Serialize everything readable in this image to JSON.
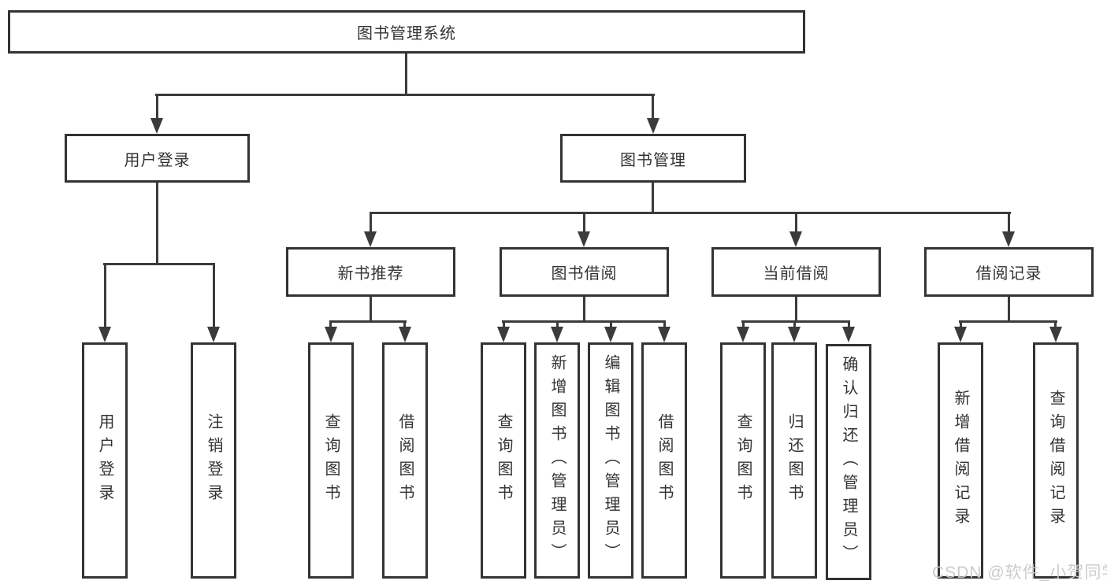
{
  "page": {
    "background": "#ffffff"
  },
  "colors": {
    "line": "#3b3b3b",
    "box_border": "#333333",
    "text": "#333333",
    "watermark": "#c9c9c9"
  },
  "diagram": {
    "type": "hierarchy-tree",
    "root": "图书管理系统",
    "level2": {
      "userLogin": "用户登录",
      "bookManagement": "图书管理"
    },
    "level3": {
      "newBookRecommend": "新书推荐",
      "bookBorrow": "图书借阅",
      "currentBorrow": "当前借阅",
      "borrowRecords": "借阅记录"
    },
    "leaves": {
      "userLogin": [
        "用户登录",
        "注销登录"
      ],
      "newBookRecommend": [
        "查询图书",
        "借阅图书"
      ],
      "bookBorrow": [
        "查询图书",
        "新增图书（管理员）",
        "编辑图书（管理员）",
        "借阅图书"
      ],
      "currentBorrow": [
        "查询图书",
        "归还图书",
        "确认归还（管理员）"
      ],
      "borrowRecords": [
        "新增借阅记录",
        "查询借阅记录"
      ]
    }
  },
  "watermark": "CSDN @软件_小贺同学"
}
